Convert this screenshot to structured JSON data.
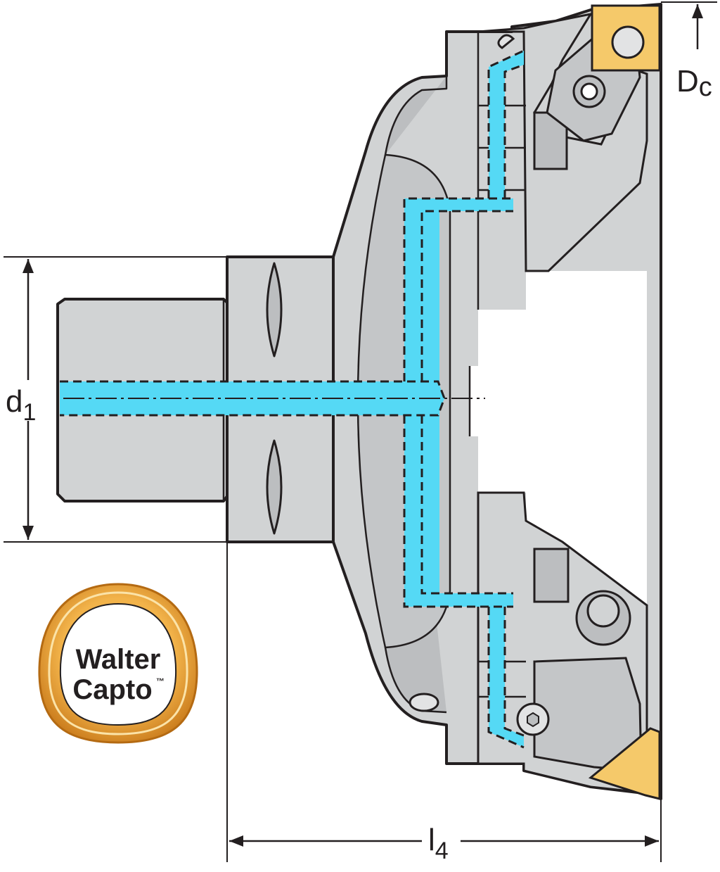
{
  "dimensions": {
    "dc": {
      "main": "D",
      "sub": "c"
    },
    "d1": {
      "main": "d",
      "sub": "1"
    },
    "l4": {
      "main": "l",
      "sub": "4"
    }
  },
  "logo": {
    "line1": "Walter",
    "line2": "Capto",
    "trademark": "™"
  },
  "colors": {
    "body": "#d1d3d4",
    "body_dark": "#a7a9ac",
    "outline": "#231f20",
    "coolant": "#55d9f5",
    "insert": "#f5c96a",
    "logo_ring": "#e8a33d",
    "logo_ring_dark": "#b46a12"
  }
}
